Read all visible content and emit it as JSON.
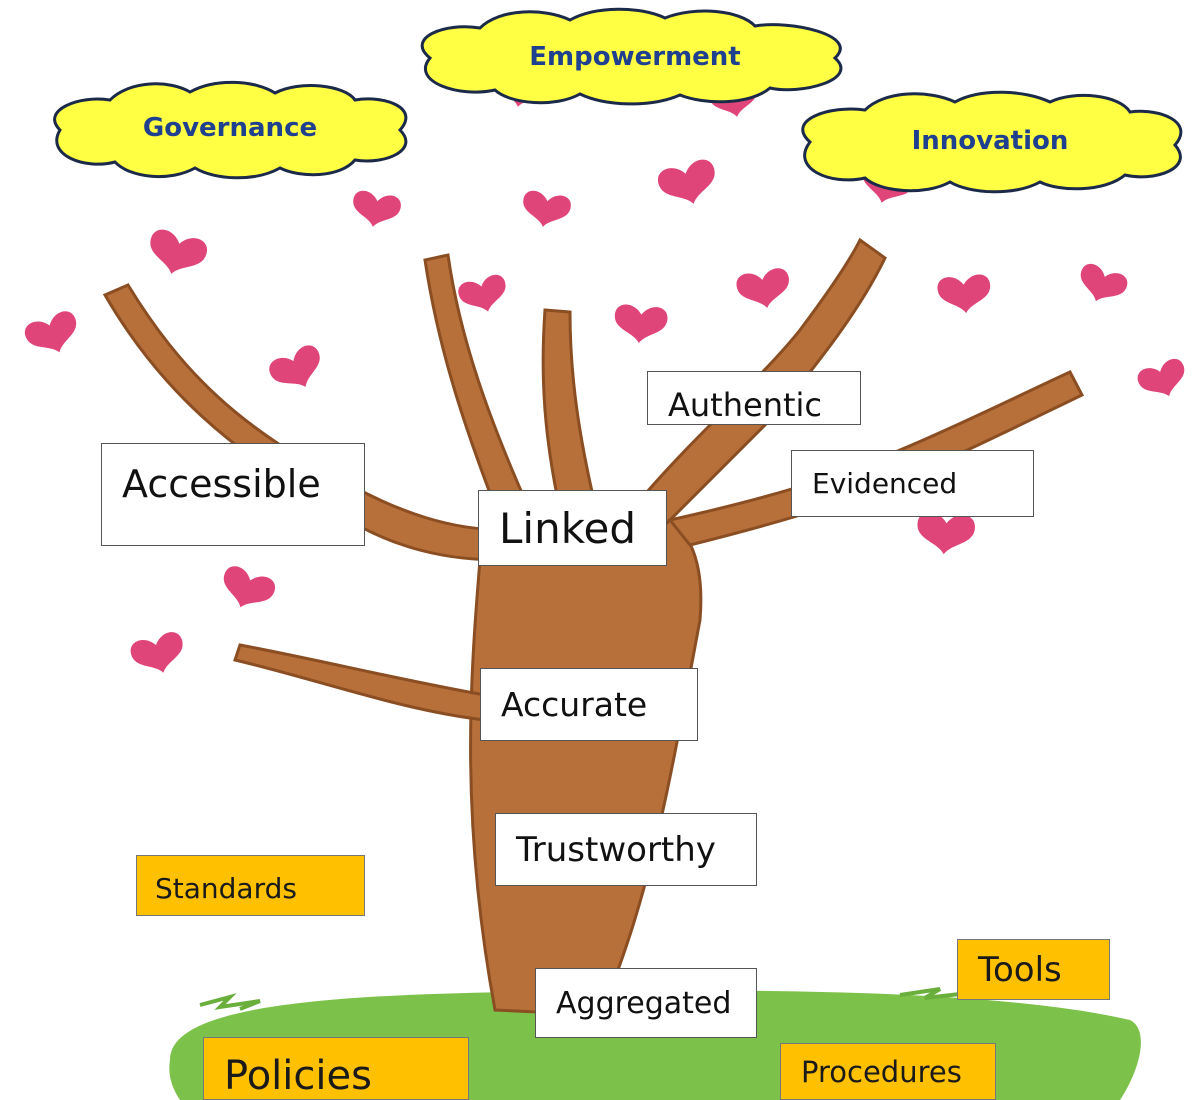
{
  "clouds": {
    "governance": "Governance",
    "empowerment": "Empowerment",
    "innovation": "Innovation"
  },
  "tree_labels": {
    "authentic": "Authentic",
    "accessible": "Accessible",
    "evidenced": "Evidenced",
    "linked": "Linked",
    "accurate": "Accurate",
    "trustworthy": "Trustworthy",
    "aggregated": "Aggregated"
  },
  "ground_labels": {
    "standards": "Standards",
    "tools": "Tools",
    "policies": "Policies",
    "procedures": "Procedures"
  },
  "colors": {
    "cloud_fill": "#ffff44",
    "cloud_text": "#1f3f8f",
    "heart": "#e0457a",
    "trunk": "#b8703a",
    "grass": "#7cc24a",
    "orange_box": "#ffc000"
  }
}
